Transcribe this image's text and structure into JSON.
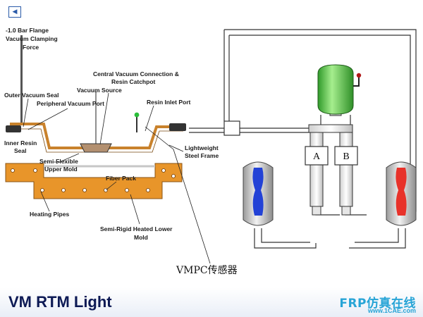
{
  "title": "VM RTM Light",
  "sensor_label": "VMPC传感器",
  "watermark": {
    "text": "FRP仿真在线",
    "site": "www.1CAE.com"
  },
  "labels": {
    "clamping": [
      "-1.0 Bar Flange",
      "Vacuum Clamping",
      "Force"
    ],
    "outer_seal": "Outer Vacuum Seal",
    "peripheral_port": "Peripheral Vacuum Port",
    "inner_seal": [
      "Inner Resin",
      "Seal"
    ],
    "central_vacuum": [
      "Central Vacuum Connection &",
      "Resin Catchpot"
    ],
    "vacuum_source": "Vacuum Source",
    "resin_inlet": "Resin Inlet Port",
    "semi_flexible": [
      "Semi-Flexible",
      "Upper Mold"
    ],
    "steel_frame": [
      "Lightweight",
      "Steel Frame"
    ],
    "fiber_pack": "Fiber Pack",
    "heating_pipes": "Heating Pipes",
    "lower_mold": [
      "Semi-Rigid Heated Lower",
      "Mold"
    ],
    "cyl_a": "A",
    "cyl_b": "B"
  },
  "colors": {
    "mold_orange": "#e8952a",
    "tank_green": "#52c24a",
    "tank_blue": "#2342d6",
    "tank_red": "#e8322a",
    "title_navy": "#0d1a55"
  }
}
